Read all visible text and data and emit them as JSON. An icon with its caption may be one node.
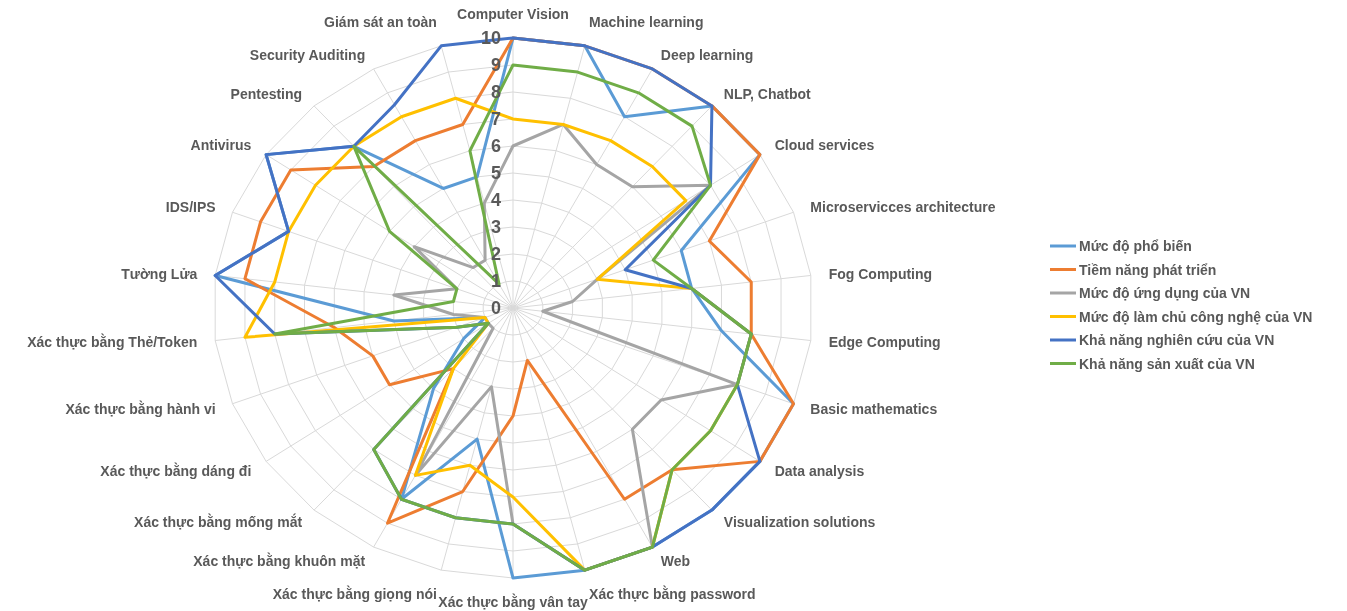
{
  "diagram": {
    "labels": [
      "10",
      "9",
      "8",
      "7",
      "6",
      "5",
      "4",
      "3",
      "2",
      "1",
      "0",
      "Computer Vision",
      "Machine learning",
      "Deep learning",
      "NLP, Chatbot",
      "Cloud services",
      "Microservicces architecture",
      "Fog Computing",
      "Edge Computing",
      "Basic mathematics",
      "Data analysis",
      "Visualization solutions",
      "Web",
      "Xác thực bằng password",
      "Xác thực bằng vân tay",
      "Xác thực bằng giọng nói",
      "Xác thực bằng khuôn mặt",
      "Xác thực bằng mống mắt",
      "Xác thực bằng dáng đi",
      "Xác thực bằng hành vi",
      "Xác thực bằng Thẻ/Token",
      "Tường Lửa",
      "IDS/IPS",
      "Antivirus",
      "Pentesting",
      "Security Auditing",
      "Giám sát an toàn"
    ],
    "legend": [
      {
        "text": "Mức độ phổ biến"
      },
      {
        "text": "Tiềm năng phát triển"
      },
      {
        "text": "Mức độ ứng dụng của VN"
      },
      {
        "text": "Mức độ làm chủ công nghệ của VN"
      },
      {
        "text": "Khả năng nghiên cứu của VN"
      },
      {
        "text": "Khả năng sản xuất của VN"
      }
    ]
  }
}
